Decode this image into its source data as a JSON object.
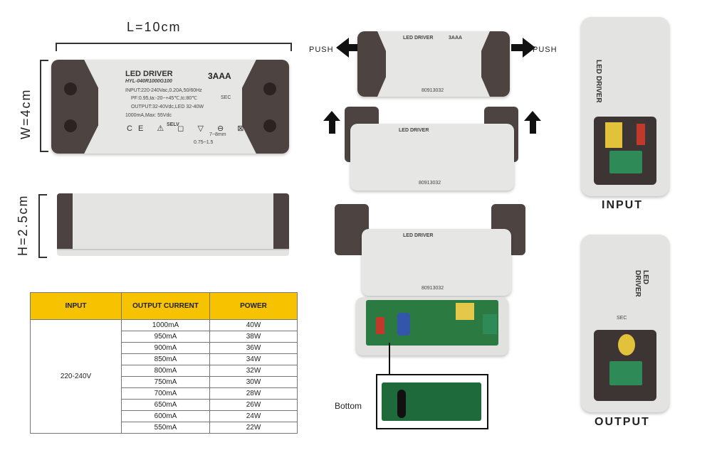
{
  "dimensions": {
    "length": "L=10cm",
    "width": "W=4cm",
    "height": "H=2.5cm"
  },
  "driver_label": {
    "title": "LED DRIVER",
    "model": "HYL-040R1000G100",
    "brand": "3AAA",
    "input": "INPUT:220-240Vac,0.20A,50/60Hz",
    "pf": "PF:0.95,ta:-20~+45℃,tc:80℃",
    "output": "OUTPUT:32-40Vdc,LED 32-40W",
    "max": "1000mA,Max: 55Vdc",
    "selv": "SELV",
    "sec": "SEC",
    "wire_gauge": "0.75~1.5",
    "strip": "7~8mm",
    "serial": "80913032"
  },
  "table": {
    "headers": [
      "INPUT",
      "OUTPUT CURRENT",
      "POWER"
    ],
    "input_value": "220-240V",
    "rows": [
      {
        "current": "1000mA",
        "power": "40W"
      },
      {
        "current": "950mA",
        "power": "38W"
      },
      {
        "current": "900mA",
        "power": "36W"
      },
      {
        "current": "850mA",
        "power": "34W"
      },
      {
        "current": "800mA",
        "power": "32W"
      },
      {
        "current": "750mA",
        "power": "30W"
      },
      {
        "current": "700mA",
        "power": "28W"
      },
      {
        "current": "650mA",
        "power": "26W"
      },
      {
        "current": "600mA",
        "power": "24W"
      },
      {
        "current": "550mA",
        "power": "22W"
      }
    ]
  },
  "middle": {
    "push_left": "PUSH",
    "push_right": "PUSH",
    "bottom_label": "Bottom"
  },
  "right": {
    "input_caption": "INPUT",
    "output_caption": "OUTPUT"
  },
  "colors": {
    "header_yellow": "#f7c200",
    "cap_brown": "#4d4442",
    "body_grey": "#e6e6e4",
    "pcb_green": "#1f6a3a",
    "terminal_green": "#2e8b57"
  }
}
